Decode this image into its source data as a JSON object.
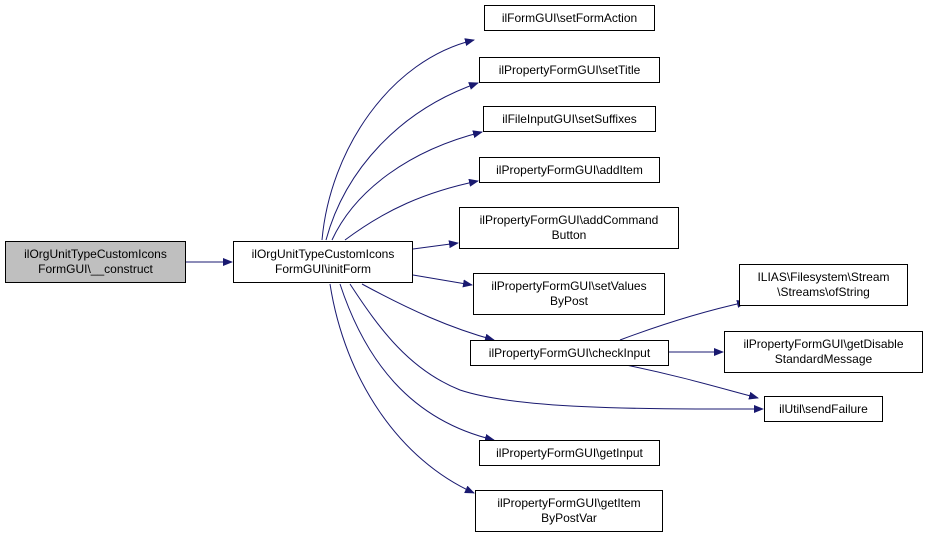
{
  "nodes": {
    "construct": {
      "lines": [
        "ilOrgUnitTypeCustomIcons",
        "FormGUI\\__construct"
      ]
    },
    "initForm": {
      "lines": [
        "ilOrgUnitTypeCustomIcons",
        "FormGUI\\initForm"
      ]
    },
    "setFormAction": {
      "lines": [
        "ilFormGUI\\setFormAction"
      ]
    },
    "setTitle": {
      "lines": [
        "ilPropertyFormGUI\\setTitle"
      ]
    },
    "setSuffixes": {
      "lines": [
        "ilFileInputGUI\\setSuffixes"
      ]
    },
    "addItem": {
      "lines": [
        "ilPropertyFormGUI\\addItem"
      ]
    },
    "addCommandButton": {
      "lines": [
        "ilPropertyFormGUI\\addCommand",
        "Button"
      ]
    },
    "setValuesByPost": {
      "lines": [
        "ilPropertyFormGUI\\setValues",
        "ByPost"
      ]
    },
    "checkInput": {
      "lines": [
        "ilPropertyFormGUI\\checkInput"
      ]
    },
    "getInput": {
      "lines": [
        "ilPropertyFormGUI\\getInput"
      ]
    },
    "getItemByPostVar": {
      "lines": [
        "ilPropertyFormGUI\\getItem",
        "ByPostVar"
      ]
    },
    "ofString": {
      "lines": [
        "ILIAS\\Filesystem\\Stream",
        "\\Streams\\ofString"
      ]
    },
    "getDisableStandardMessage": {
      "lines": [
        "ilPropertyFormGUI\\getDisable",
        "StandardMessage"
      ]
    },
    "sendFailure": {
      "lines": [
        "ilUtil\\sendFailure"
      ]
    }
  },
  "colors": {
    "edge": "#191970",
    "root_fill": "#bfbfbf",
    "node_border": "#000000"
  }
}
